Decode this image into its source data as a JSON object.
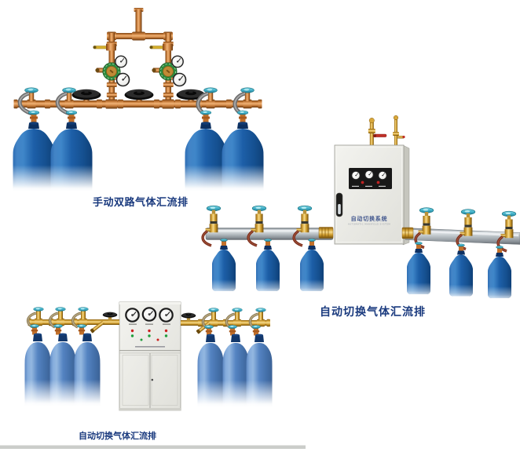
{
  "captions": {
    "manual_dual": "手动双路气体汇流排",
    "auto_switch_wall": "自动切换气体汇流排",
    "auto_switch_floor": "自动切换气体汇流排"
  },
  "cabinet": {
    "label": "自动切换系统",
    "sublabel": "AUTOMATIC MANIFOLD SYSTEM"
  },
  "colors": {
    "caption_text": "#1a3a7e",
    "copper_pipe": "#c97e3c",
    "brass_pipe": "#d8a83c",
    "cylinder_deep_blue": "#1d5fa8",
    "cylinder_steel_blue": "#4a7cc0",
    "valve_teal": "#43b1c9",
    "cabinet_gray": "#e9e9e4",
    "hose_red": "#7b2d1b",
    "hose_gray": "#6e6e6e"
  },
  "units": [
    {
      "name": "manual-dual-manifold",
      "caption": "手动双路气体汇流排",
      "cylinder_count": 4,
      "regulator_count": 2,
      "handwheel_count": 3
    },
    {
      "name": "auto-switch-wall-manifold",
      "caption": "自动切换气体汇流排",
      "cylinder_count": 6,
      "gauge_count": 3
    },
    {
      "name": "auto-switch-floor-manifold",
      "caption": "自动切换气体汇流排",
      "cylinder_count": 6,
      "gauge_count": 3
    }
  ]
}
